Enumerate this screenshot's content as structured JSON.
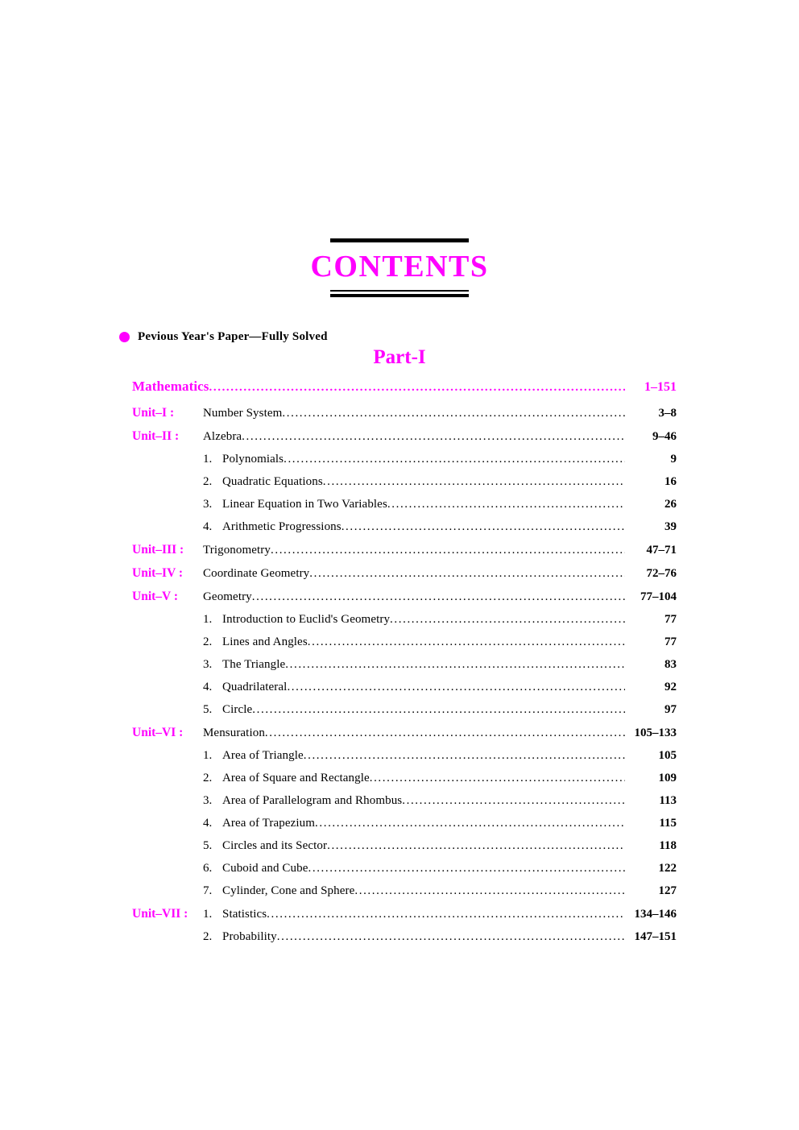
{
  "document": {
    "title": "CONTENTS",
    "previous_paper_note": "Pevious Year's Paper—Fully Solved",
    "part_heading": "Part-I",
    "accent_color": "#FF00FF",
    "text_color": "#000000"
  },
  "section": {
    "label": "Mathematics",
    "pages": "1–151"
  },
  "entries": [
    {
      "label": "Unit–I :",
      "number": "",
      "title": "Number System",
      "pages": "3–8"
    },
    {
      "label": "Unit–II :",
      "number": "",
      "title": "Alzebra",
      "pages": "9–46"
    },
    {
      "label": "",
      "number": "1.",
      "title": "Polynomials",
      "pages": "9"
    },
    {
      "label": "",
      "number": "2.",
      "title": "Quadratic Equations",
      "pages": "16"
    },
    {
      "label": "",
      "number": "3.",
      "title": "Linear Equation in Two Variables",
      "pages": "26"
    },
    {
      "label": "",
      "number": "4.",
      "title": "Arithmetic Progressions",
      "pages": "39"
    },
    {
      "label": "Unit–III :",
      "number": "",
      "title": "Trigonometry",
      "pages": "47–71"
    },
    {
      "label": "Unit–IV :",
      "number": "",
      "title": "Coordinate Geometry",
      "pages": "72–76"
    },
    {
      "label": "Unit–V :",
      "number": "",
      "title": "Geometry",
      "pages": "77–104"
    },
    {
      "label": "",
      "number": "1.",
      "title": "Introduction to Euclid's Geometry",
      "pages": "77"
    },
    {
      "label": "",
      "number": "2.",
      "title": "Lines and Angles",
      "pages": "77"
    },
    {
      "label": "",
      "number": "3.",
      "title": "The Triangle",
      "pages": "83"
    },
    {
      "label": "",
      "number": "4.",
      "title": "Quadrilateral",
      "pages": "92"
    },
    {
      "label": "",
      "number": "5.",
      "title": "Circle",
      "pages": "97"
    },
    {
      "label": "Unit–VI :",
      "number": "",
      "title": "Mensuration",
      "pages": "105–133"
    },
    {
      "label": "",
      "number": "1.",
      "title": "Area of Triangle",
      "pages": "105"
    },
    {
      "label": "",
      "number": "2.",
      "title": "Area of Square and Rectangle",
      "pages": "109"
    },
    {
      "label": "",
      "number": "3.",
      "title": "Area of Parallelogram and Rhombus",
      "pages": "113"
    },
    {
      "label": "",
      "number": "4.",
      "title": "Area of Trapezium",
      "pages": "115"
    },
    {
      "label": "",
      "number": "5.",
      "title": "Circles and its Sector",
      "pages": "118"
    },
    {
      "label": "",
      "number": "6.",
      "title": "Cuboid and Cube",
      "pages": "122"
    },
    {
      "label": "",
      "number": "7.",
      "title": "Cylinder, Cone and Sphere",
      "pages": "127"
    },
    {
      "label": "Unit–VII :",
      "number": "1.",
      "title": "Statistics",
      "pages": "134–146"
    },
    {
      "label": "",
      "number": "2.",
      "title": "Probability",
      "pages": "147–151"
    }
  ]
}
